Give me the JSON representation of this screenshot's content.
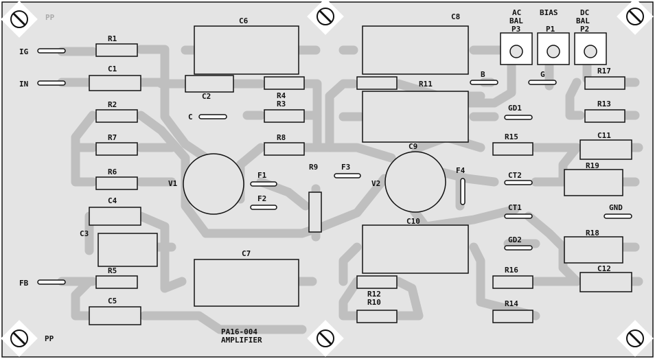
{
  "board": {
    "part_number": "PA16-004",
    "name": "AMPLIFIER",
    "logo_text": "PP",
    "colors": {
      "board": "#e4e4e4",
      "copper": "#bfbfbf",
      "outline": "#111111",
      "background": "#ffffff"
    }
  },
  "labels": {
    "IG": "IG",
    "IN": "IN",
    "FB": "FB",
    "GND": "GND",
    "C": "C",
    "B": "B",
    "G": "G",
    "GD1": "GD1",
    "GD2": "GD2",
    "CT1": "CT1",
    "CT2": "CT2",
    "F1": "F1",
    "F2": "F2",
    "F3": "F3",
    "F4": "F4",
    "V1": "V1",
    "V2": "V2",
    "AC": "AC",
    "BAL1": "BAL",
    "BIAS": "BIAS",
    "DC": "DC",
    "BAL2": "BAL",
    "P1": "P1",
    "P2": "P2",
    "P3": "P3"
  },
  "components": {
    "R1": "R1",
    "R2": "R2",
    "R3": "R3",
    "R4": "R4",
    "R5": "R5",
    "R6": "R6",
    "R7": "R7",
    "R8": "R8",
    "R9": "R9",
    "R10": "R10",
    "R11": "R11",
    "R12": "R12",
    "R13": "R13",
    "R14": "R14",
    "R15": "R15",
    "R16": "R16",
    "R17": "R17",
    "R18": "R18",
    "R19": "R19",
    "C1": "C1",
    "C2": "C2",
    "C3": "C3",
    "C4": "C4",
    "C5": "C5",
    "C6": "C6",
    "C7": "C7",
    "C8": "C8",
    "C9": "C9",
    "C10": "C10",
    "C11": "C11",
    "C12": "C12"
  }
}
